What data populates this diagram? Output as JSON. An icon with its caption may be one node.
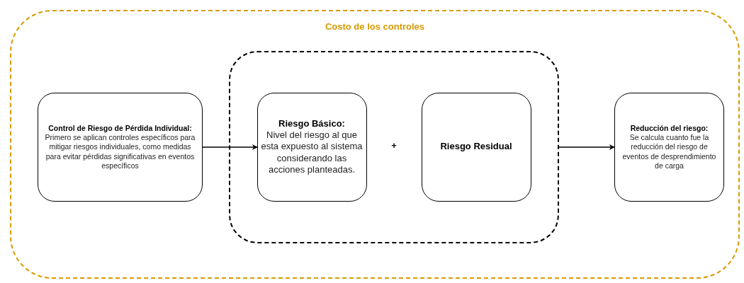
{
  "diagram": {
    "nodes": [
      {
        "text": [
          "Costo de los controles"
        ]
      },
      {
        "text": [
          "Control de Riesgo de Pérdida Individual:",
          "Primero se aplican controles específicos para mitigar riesgos individuales, como medidas para evitar pérdidas significativas en eventos específicos"
        ],
        "in": 0
      },
      {
        "text": [],
        "shape": "box",
        "in": 0
      },
      {
        "text": [
          "Riesgo Básico:",
          "Nivel del riesgo al que esta expuesto al sistema considerando las acciones planteadas."
        ],
        "in": 2
      },
      {
        "text": [
          "Riesgo Residual"
        ],
        "in": 2
      },
      {
        "text": [
          "Reducción del riesgo:",
          "Se calcula cuanto fue la reducción del riesgo de eventos de desprendimiento de carga"
        ],
        "in": 0
      }
    ],
    "edges": [
      {
        "from": 1,
        "to": 3,
        "arrow": "to"
      },
      {
        "from": 2,
        "to": 5,
        "arrow": "to"
      }
    ],
    "labels": [
      "+"
    ]
  }
}
